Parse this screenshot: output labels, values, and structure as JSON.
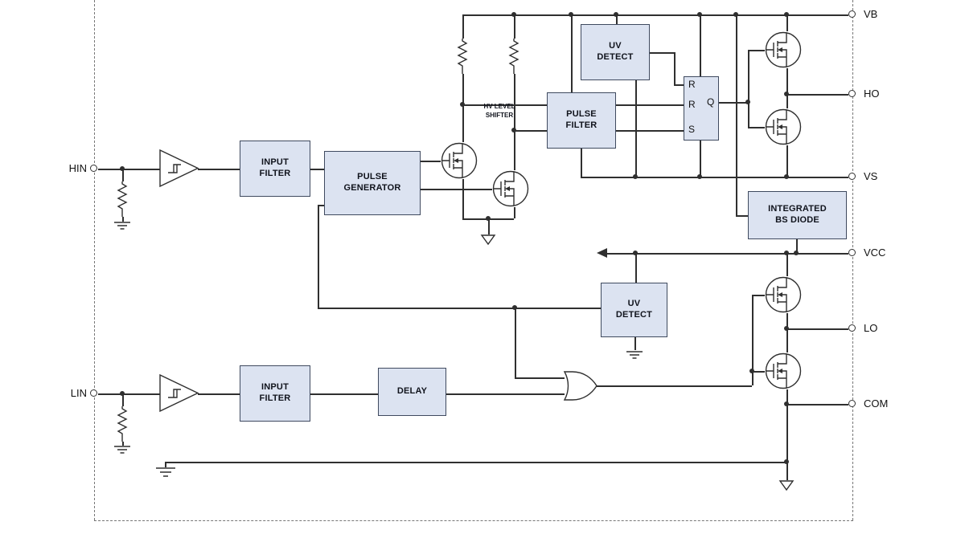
{
  "pins": {
    "left": [
      {
        "label": "HIN"
      },
      {
        "label": "LIN"
      }
    ],
    "right": [
      {
        "label": "VB"
      },
      {
        "label": "HO"
      },
      {
        "label": "VS"
      },
      {
        "label": "VCC"
      },
      {
        "label": "LO"
      },
      {
        "label": "COM"
      }
    ]
  },
  "blocks": {
    "input_filter_top": {
      "label": "INPUT FILTER"
    },
    "pulse_generator": {
      "label": "PULSE GENERATOR"
    },
    "uv_detect_top": {
      "label": "UV DETECT"
    },
    "pulse_filter": {
      "label": "PULSE FILTER"
    },
    "integrated_bs_diode": {
      "label": "INTEGRATED BS DIODE"
    },
    "uv_detect_bottom": {
      "label": "UV DETECT"
    },
    "input_filter_bottom": {
      "label": "INPUT FILTER"
    },
    "delay": {
      "label": "DELAY"
    }
  },
  "latch": {
    "r1": "R",
    "r2": "R",
    "s": "S",
    "q": "Q"
  },
  "annotations": {
    "hv_level_shifter": "HV LEVEL SHIFTER"
  },
  "colors": {
    "block_fill": "#dce3f1",
    "block_border": "#3f4a5f",
    "wire": "#2f2f2f",
    "text": "#10131c"
  }
}
